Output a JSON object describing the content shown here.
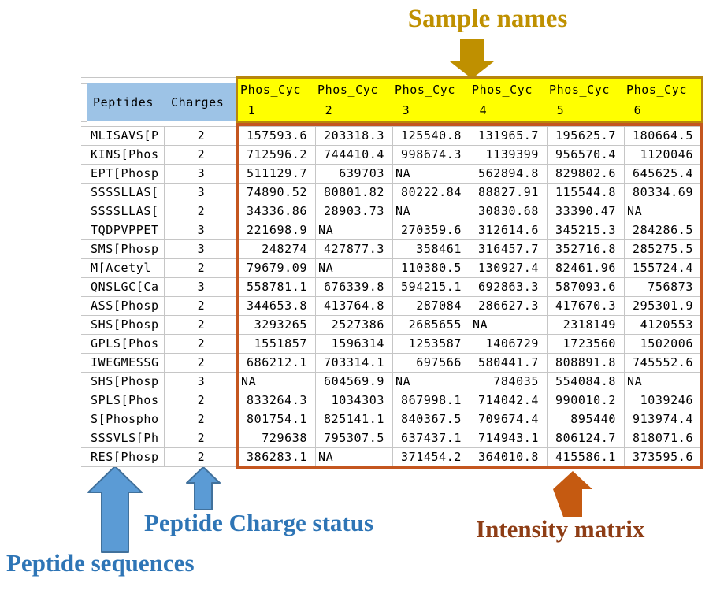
{
  "annotations": {
    "sample_names": "Sample names",
    "peptide_sequences": "Peptide sequences",
    "peptide_charge_status": "Peptide Charge status",
    "intensity_matrix": "Intensity matrix"
  },
  "colors": {
    "header_fill_blue": "#9DC3E6",
    "sample_header_fill": "#FFFF00",
    "sample_box_border": "#B8860B",
    "matrix_border": "#C4561F",
    "gridline": "#C6C6C6",
    "annotation_gold": "#BF9000",
    "annotation_blue": "#2E75B6",
    "arrow_blue_fill": "#5B9BD5",
    "arrow_blue_stroke": "#41719C",
    "annotation_brown": "#8E3D15",
    "arrow_orange": "#C55A11",
    "cell_text": "#000000"
  },
  "table": {
    "peptides_header": "Peptides",
    "charges_header": "Charges",
    "sample_headers": [
      {
        "name": "Phos_Cyc_1",
        "line1": "Phos_Cyc",
        "line2": "_1"
      },
      {
        "name": "Phos_Cyc_2",
        "line1": "Phos_Cyc",
        "line2": "_2"
      },
      {
        "name": "Phos_Cyc_3",
        "line1": "Phos_Cyc",
        "line2": "_3"
      },
      {
        "name": "Phos_Cyc_4",
        "line1": "Phos_Cyc",
        "line2": "_4"
      },
      {
        "name": "Phos_Cyc_5",
        "line1": "Phos_Cyc",
        "line2": "_5"
      },
      {
        "name": "Phos_Cyc_6",
        "line1": "Phos_Cyc",
        "line2": "_6"
      }
    ],
    "rows": [
      {
        "peptide": "MLISAVS[P",
        "charge": "2",
        "values": [
          "157593.6",
          "203318.3",
          "125540.8",
          "131965.7",
          "195625.7",
          "180664.5"
        ]
      },
      {
        "peptide": "KINS[Phos",
        "charge": "2",
        "values": [
          "712596.2",
          "744410.4",
          "998674.3",
          "1139399",
          "956570.4",
          "1120046"
        ]
      },
      {
        "peptide": "EPT[Phosp",
        "charge": "3",
        "values": [
          "511129.7",
          "639703",
          "NA",
          "562894.8",
          "829802.6",
          "645625.4"
        ]
      },
      {
        "peptide": "SSSSLLAS[",
        "charge": "3",
        "values": [
          "74890.52",
          "80801.82",
          "80222.84",
          "88827.91",
          "115544.8",
          "80334.69"
        ]
      },
      {
        "peptide": "SSSSLLAS[",
        "charge": "2",
        "values": [
          "34336.86",
          "28903.73",
          "NA",
          "30830.68",
          "33390.47",
          "NA"
        ]
      },
      {
        "peptide": "TQDPVPPET",
        "charge": "3",
        "values": [
          "221698.9",
          "NA",
          "270359.6",
          "312614.6",
          "345215.3",
          "284286.5"
        ]
      },
      {
        "peptide": "SMS[Phosp",
        "charge": "3",
        "values": [
          "248274",
          "427877.3",
          "358461",
          "316457.7",
          "352716.8",
          "285275.5"
        ]
      },
      {
        "peptide": "M[Acetyl",
        "charge": "2",
        "values": [
          "79679.09",
          "NA",
          "110380.5",
          "130927.4",
          "82461.96",
          "155724.4"
        ]
      },
      {
        "peptide": "QNSLGC[Ca",
        "charge": "3",
        "values": [
          "558781.1",
          "676339.8",
          "594215.1",
          "692863.3",
          "587093.6",
          "756873"
        ]
      },
      {
        "peptide": "ASS[Phosp",
        "charge": "2",
        "values": [
          "344653.8",
          "413764.8",
          "287084",
          "286627.3",
          "417670.3",
          "295301.9"
        ]
      },
      {
        "peptide": "SHS[Phosp",
        "charge": "2",
        "values": [
          "3293265",
          "2527386",
          "2685655",
          "NA",
          "2318149",
          "4120553"
        ]
      },
      {
        "peptide": "GPLS[Phos",
        "charge": "2",
        "values": [
          "1551857",
          "1596314",
          "1253587",
          "1406729",
          "1723560",
          "1502006"
        ]
      },
      {
        "peptide": "IWEGMESSG",
        "charge": "2",
        "values": [
          "686212.1",
          "703314.1",
          "697566",
          "580441.7",
          "808891.8",
          "745552.6"
        ]
      },
      {
        "peptide": "SHS[Phosp",
        "charge": "3",
        "values": [
          "NA",
          "604569.9",
          "NA",
          "784035",
          "554084.8",
          "NA"
        ]
      },
      {
        "peptide": "SPLS[Phos",
        "charge": "2",
        "values": [
          "833264.3",
          "1034303",
          "867998.1",
          "714042.4",
          "990010.2",
          "1039246"
        ]
      },
      {
        "peptide": "S[Phospho",
        "charge": "2",
        "values": [
          "801754.1",
          "825141.1",
          "840367.5",
          "709674.4",
          "895440",
          "913974.4"
        ]
      },
      {
        "peptide": "SSSVLS[Ph",
        "charge": "2",
        "values": [
          "729638",
          "795307.5",
          "637437.1",
          "714943.1",
          "806124.7",
          "818071.6"
        ]
      },
      {
        "peptide": "RES[Phosp",
        "charge": "2",
        "values": [
          "386283.1",
          "NA",
          "371454.2",
          "364010.8",
          "415586.1",
          "373595.6"
        ]
      }
    ]
  }
}
